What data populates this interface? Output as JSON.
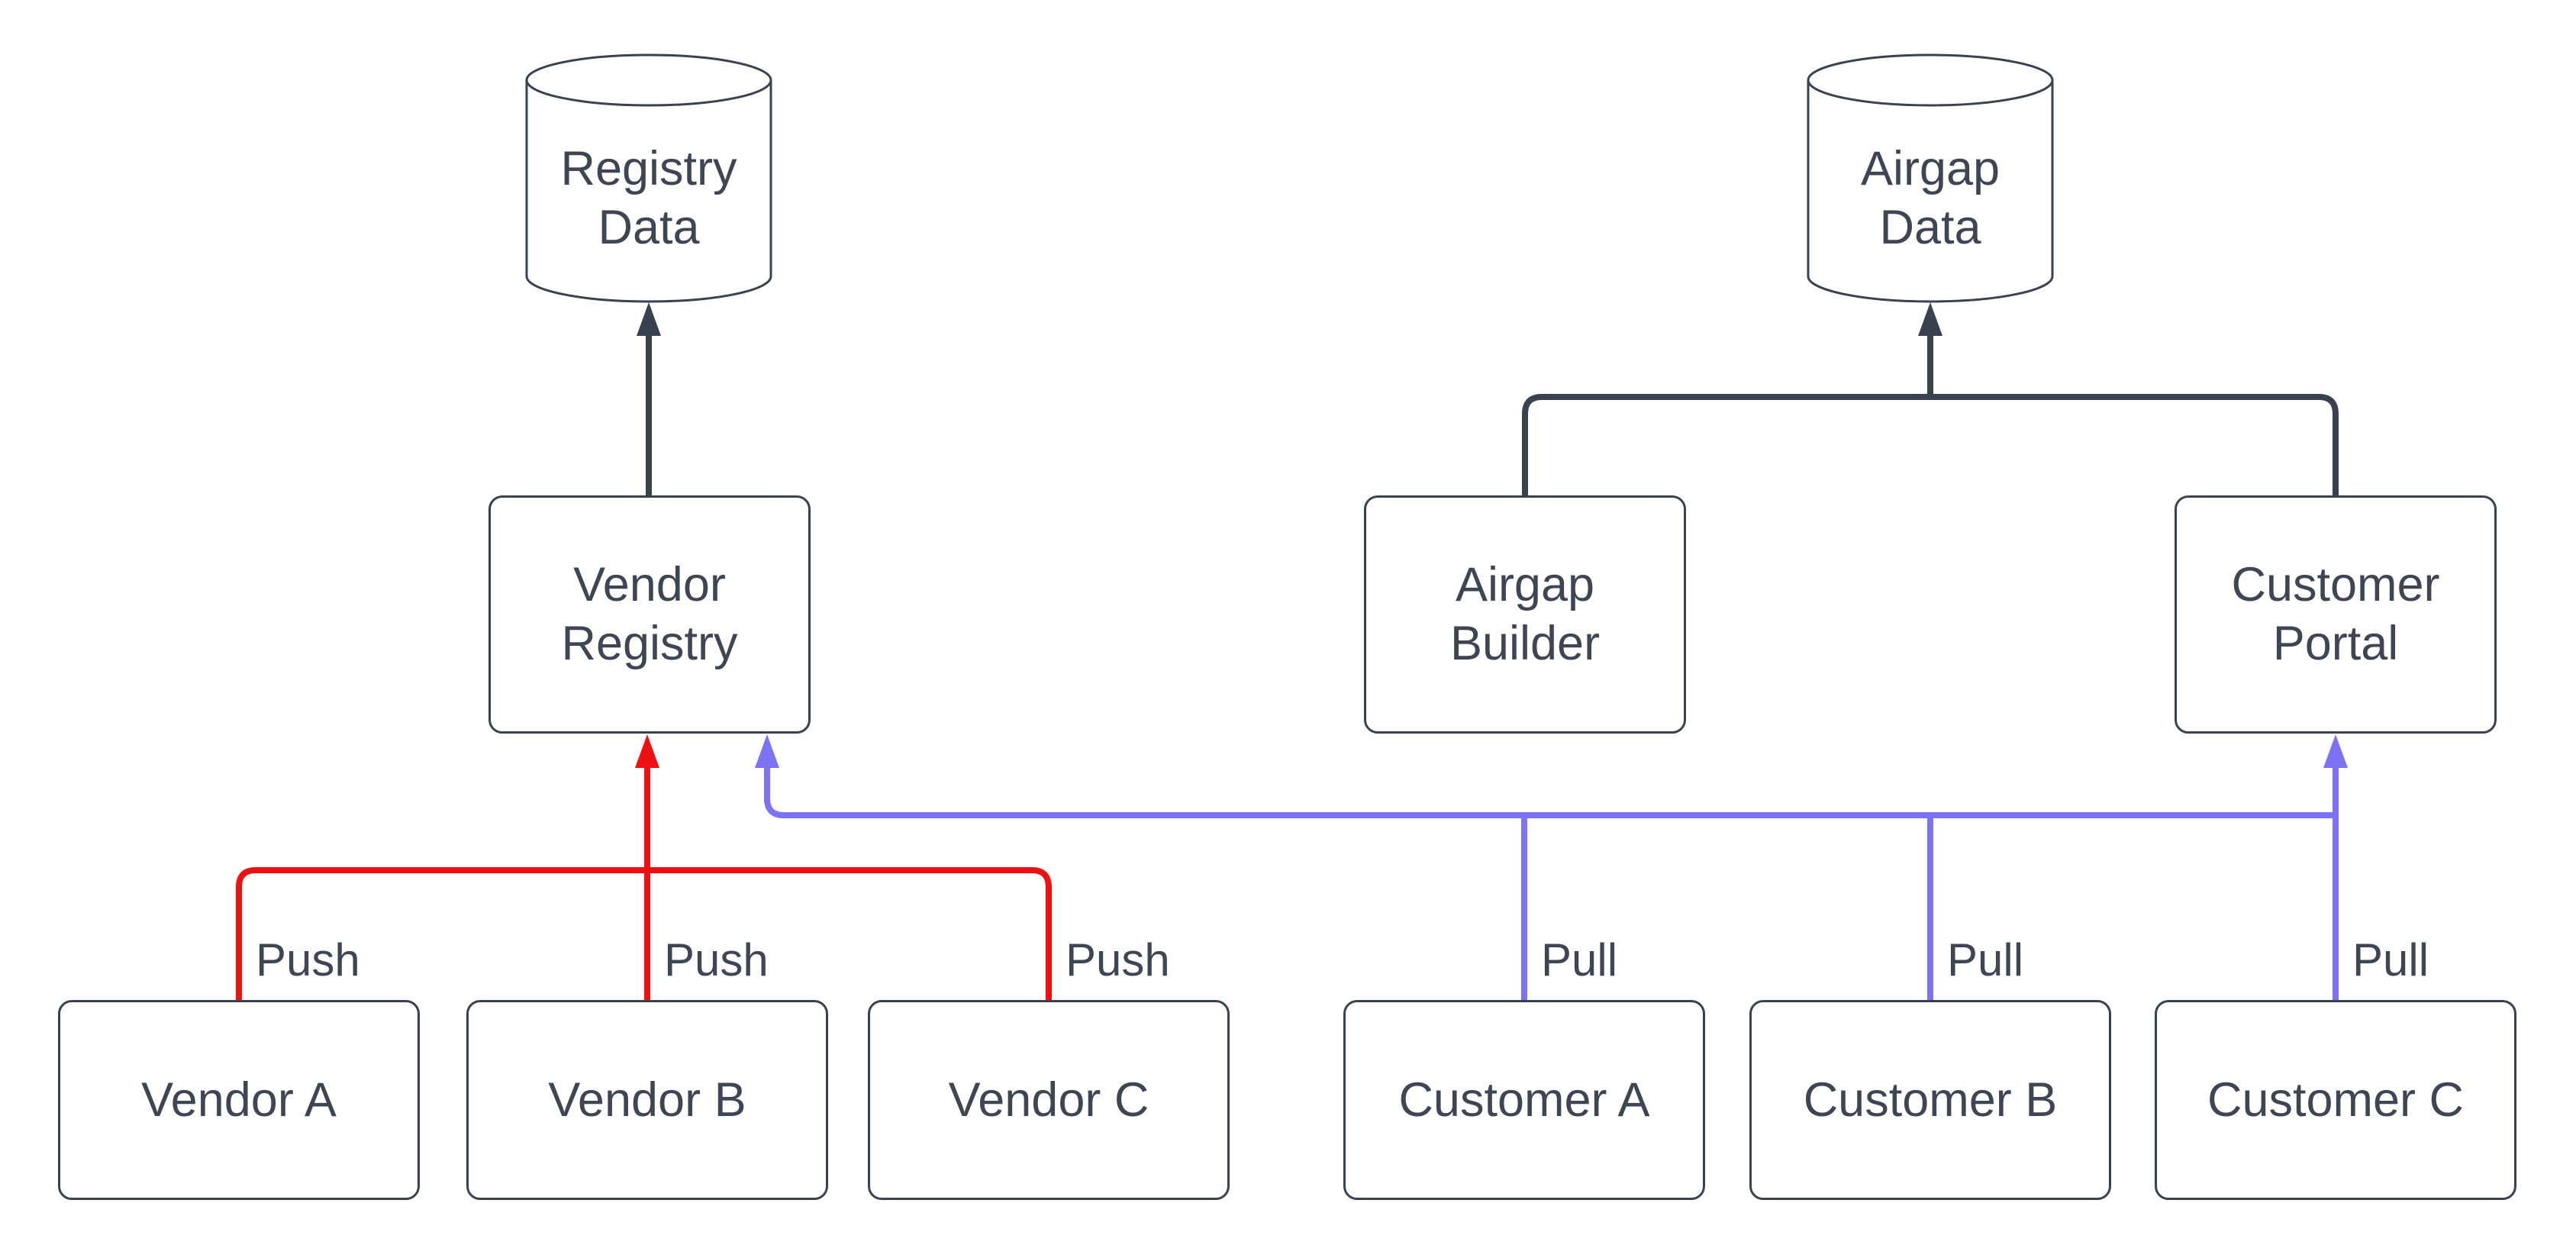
{
  "diagram": {
    "background": "#ffffff",
    "colors": {
      "node_stroke": "#39424f",
      "node_text": "#3e4653",
      "dark_edge": "#39424f",
      "push_red": "#ee1111",
      "pull_blue": "#7b72f4"
    },
    "datastores": [
      {
        "label": "Registry\nData"
      },
      {
        "label": "Airgap\nData"
      }
    ],
    "services": [
      {
        "label": "Vendor\nRegistry"
      },
      {
        "label": "Airgap\nBuilder"
      },
      {
        "label": "Customer\nPortal"
      }
    ],
    "vendors": [
      {
        "label": "Vendor A"
      },
      {
        "label": "Vendor B"
      },
      {
        "label": "Vendor C"
      }
    ],
    "customers": [
      {
        "label": "Customer A"
      },
      {
        "label": "Customer B"
      },
      {
        "label": "Customer C"
      }
    ],
    "edges": [
      {
        "from": "Vendor A",
        "to": "Vendor Registry",
        "label": "Push",
        "color": "#ee1111"
      },
      {
        "from": "Vendor B",
        "to": "Vendor Registry",
        "label": "Push",
        "color": "#ee1111"
      },
      {
        "from": "Vendor C",
        "to": "Vendor Registry",
        "label": "Push",
        "color": "#ee1111"
      },
      {
        "from": "Customer A",
        "to": "Vendor Registry",
        "label": "Pull",
        "color": "#7b72f4"
      },
      {
        "from": "Customer B",
        "to": "Vendor Registry",
        "label": "Pull",
        "color": "#7b72f4"
      },
      {
        "from": "Customer C",
        "to": "Customer Portal",
        "label": "Pull",
        "color": "#7b72f4"
      },
      {
        "from": "Vendor Registry",
        "to": "Registry Data",
        "label": "",
        "color": "#39424f"
      },
      {
        "from": "Airgap Builder",
        "to": "Airgap Data",
        "label": "",
        "color": "#39424f"
      },
      {
        "from": "Customer Portal",
        "to": "Airgap Data",
        "label": "",
        "color": "#39424f"
      }
    ]
  }
}
